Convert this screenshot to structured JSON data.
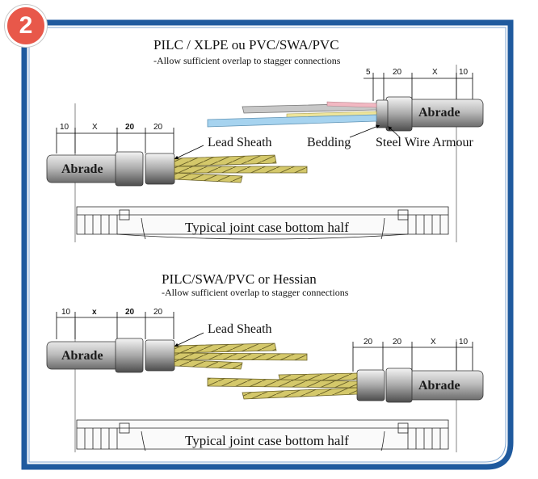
{
  "badge": "2",
  "colors": {
    "frame_blue": "#1f5a9e",
    "badge_red": "#e8584a",
    "lead_yellow": "#d4c86a"
  },
  "top": {
    "title": "PILC / XLPE ou PVC/SWA/PVC",
    "subtitle": "-Allow sufficient overlap to stagger connections",
    "left_dims": [
      "10",
      "X",
      "20",
      "20"
    ],
    "right_dims": [
      "5",
      "20",
      "X",
      "10"
    ],
    "left_abrade": "Abrade",
    "right_abrade": "Abrade",
    "lead_sheath": "Lead Sheath",
    "bedding": "Bedding",
    "steel_wire_armour": "Steel Wire Armour",
    "case_label": "Typical joint case bottom half"
  },
  "bottom": {
    "title": "PILC/SWA/PVC or Hessian",
    "subtitle": "-Allow sufficient overlap to stagger connections",
    "left_dims": [
      "10",
      "x",
      "20",
      "20"
    ],
    "right_dims": [
      "20",
      "20",
      "X",
      "10"
    ],
    "left_abrade": "Abrade",
    "right_abrade": "Abrade",
    "lead_sheath": "Lead Sheath",
    "case_label": "Typical joint case bottom half"
  }
}
